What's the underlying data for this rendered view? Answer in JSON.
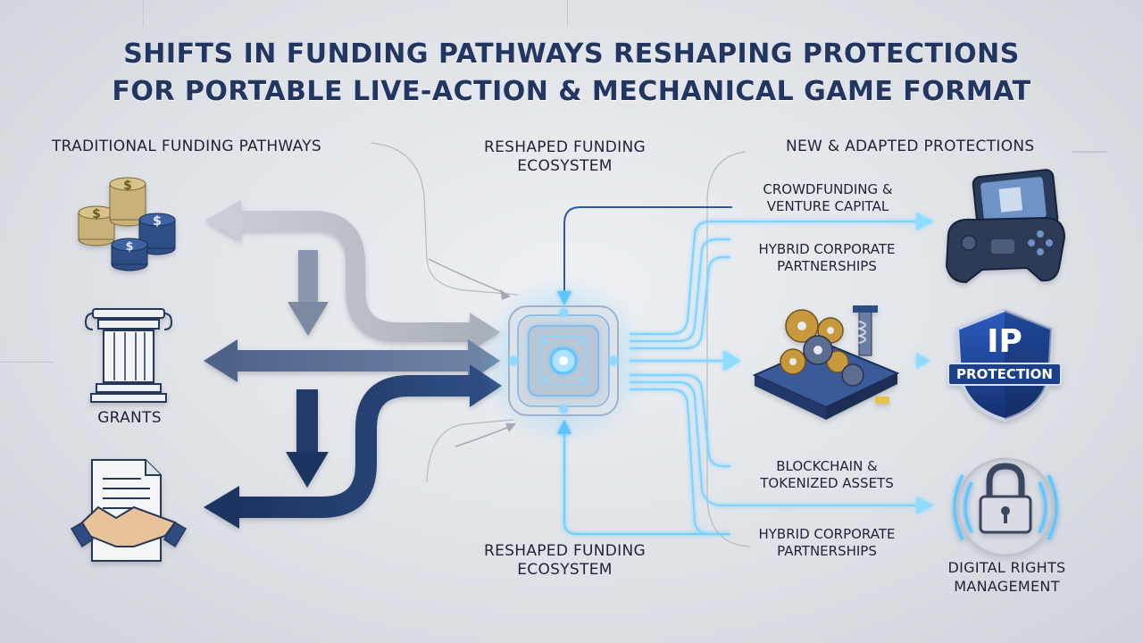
{
  "title": {
    "line1": "SHIFTS IN FUNDING PATHWAYS RESHAPING PROTECTIONS",
    "line2": "FOR PORTABLE LIVE-ACTION & MECHANICAL GAME FORMAT"
  },
  "left": {
    "heading": "TRADITIONAL FUNDING PATHWAYS",
    "grants_label": "GRANTS"
  },
  "center": {
    "top_label": "RESHAPED FUNDING ECOSYSTEM",
    "bottom_label": "RESHAPED FUNDING ECOSYSTEM"
  },
  "right": {
    "heading": "NEW & ADAPTED PROTECTIONS",
    "pathways": [
      "CROWDFUNDING & VENTURE CAPITAL",
      "HYBRID CORPORATE PARTNERSHIPS",
      "BLOCKCHAIN & TOKENIZED ASSETS",
      "HYBRID CORPORATE PARTNERSHIPS"
    ],
    "ip_badge_top": "IP",
    "ip_badge_bottom": "PROTECTION",
    "drm_label": "DIGITAL RIGHTS MANAGEMENT"
  },
  "colors": {
    "navy": "#24406e",
    "steel": "#5f7699",
    "light_gray": "#b9bec6",
    "glow_blue": "#5fc4ff",
    "title": "#223661"
  }
}
